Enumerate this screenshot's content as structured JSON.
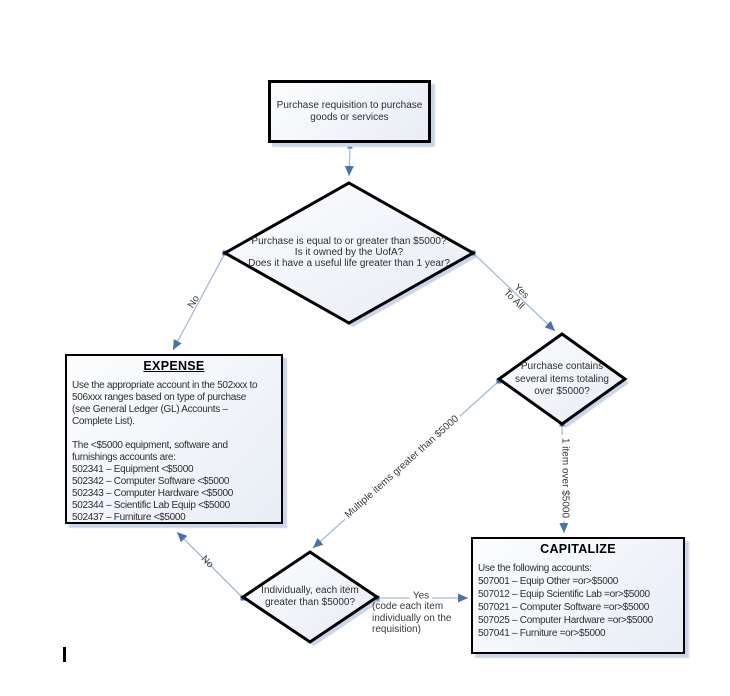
{
  "colors": {
    "background": "#ffffff",
    "shape_border": "#000000",
    "shape_fill_top": "#fcfdfe",
    "shape_fill_bottom": "#e8edf5",
    "shadow": "#ccd6ea",
    "connector": "#a6b9d4",
    "arrow": "#4a73ad",
    "text": "#2e2e2e"
  },
  "nodes": {
    "start": {
      "type": "process",
      "label": "Purchase requisition to purchase\ngoods or services"
    },
    "decision1": {
      "type": "decision",
      "label": "Purchase is equal to or greater than $5000?\nIs it owned by the UofA?\nDoes it have a useful life greater than 1 year?"
    },
    "decision2": {
      "type": "decision",
      "label": "Purchase contains\nseveral items totaling\nover $5000?"
    },
    "decision3": {
      "type": "decision",
      "label": "Individually, each item\ngreater than $5000?"
    },
    "expense": {
      "type": "process",
      "title": "EXPENSE",
      "body": "Use the appropriate account in the 502xxx to\n506xxx ranges based on type of purchase\n(see General Ledger (GL) Accounts –\nComplete List).\n\nThe <$5000 equipment, software and\nfurnishings accounts are:\n502341 – Equipment <$5000\n502342 – Computer Software <$5000\n502343 – Computer Hardware <$5000\n502344 – Scientific Lab Equip <$5000\n502437 – Furniture <$5000"
    },
    "capitalize": {
      "type": "process",
      "title": "CAPITALIZE",
      "body": "Use the following accounts:\n507001 – Equip Other =or>$5000\n507012 – Equip Scientific Lab =or>$5000\n507021 – Computer Software =or>$5000\n507025 – Computer Hardware =or>$5000\n507041 – Furniture =or>$5000"
    }
  },
  "edges": {
    "start_to_decision1": {
      "label": ""
    },
    "no1": {
      "label": "No",
      "from": "decision1",
      "to": "expense"
    },
    "yes_to_all": {
      "label": "Yes\nTo All",
      "from": "decision1",
      "to": "decision2"
    },
    "multiple_items": {
      "label": "Multiple items greater than $5000",
      "from": "decision2",
      "to": "decision3"
    },
    "one_item": {
      "label": "1 item over $5000",
      "from": "decision2",
      "to": "capitalize"
    },
    "no2": {
      "label": "No",
      "from": "decision3",
      "to": "expense"
    },
    "yes_code": {
      "label": "Yes",
      "note": "(code each item\nindividually on the\nrequisition)",
      "from": "decision3",
      "to": "capitalize"
    }
  }
}
